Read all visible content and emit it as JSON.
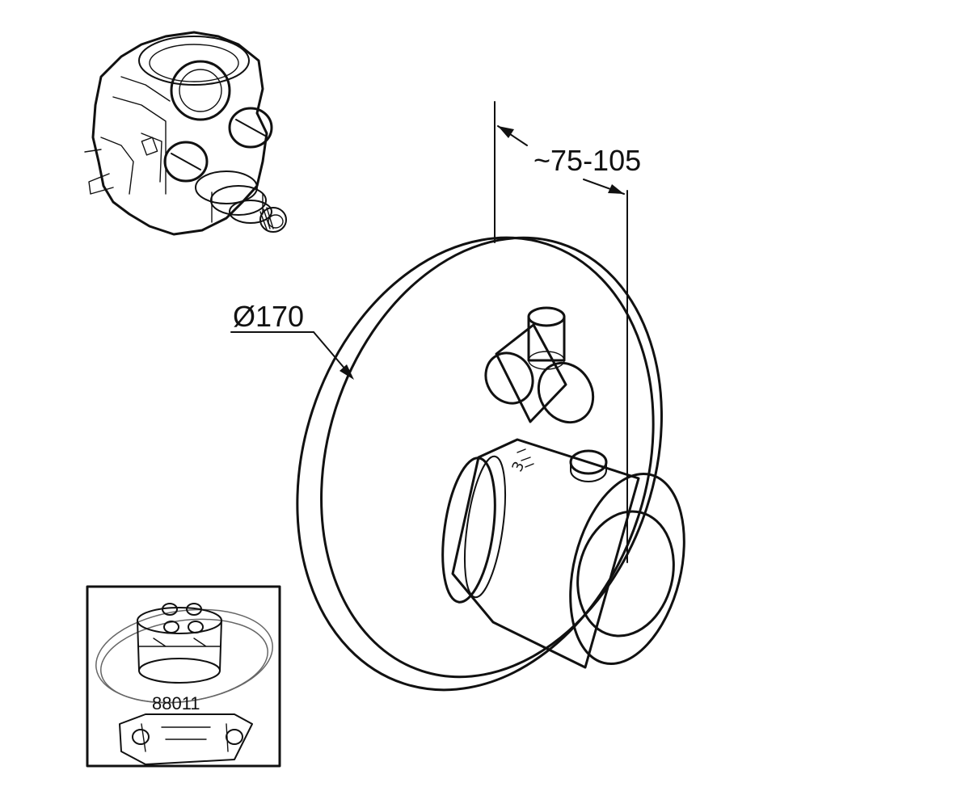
{
  "dimensions": {
    "depth_label": "~75-105",
    "diameter_label": "Ø170"
  },
  "inset": {
    "part_number": "88011"
  }
}
